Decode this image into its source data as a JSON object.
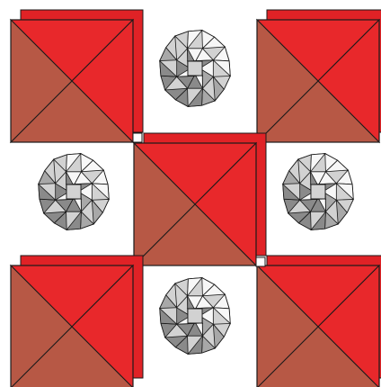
{
  "diagram": {
    "kind": "polyhedra-framework",
    "colors": {
      "background": "#ffffff",
      "octahedron_face_bright": "#e8282b",
      "octahedron_face_shadow": "#b75845",
      "octahedron_back_face": "#e02226",
      "edge": "#1a1a1a",
      "cluster_face_light": "#f7f7f7",
      "cluster_face_mid": "#d2d2d2",
      "cluster_face_dark": "#a8a8a8",
      "cluster_face_darkest": "#8a8a8a"
    },
    "octahedra": [
      {
        "id": "top-left"
      },
      {
        "id": "top-right"
      },
      {
        "id": "center"
      },
      {
        "id": "bottom-left"
      },
      {
        "id": "bottom-right"
      }
    ],
    "clusters": [
      {
        "id": "top"
      },
      {
        "id": "left"
      },
      {
        "id": "right"
      },
      {
        "id": "bottom"
      }
    ]
  }
}
